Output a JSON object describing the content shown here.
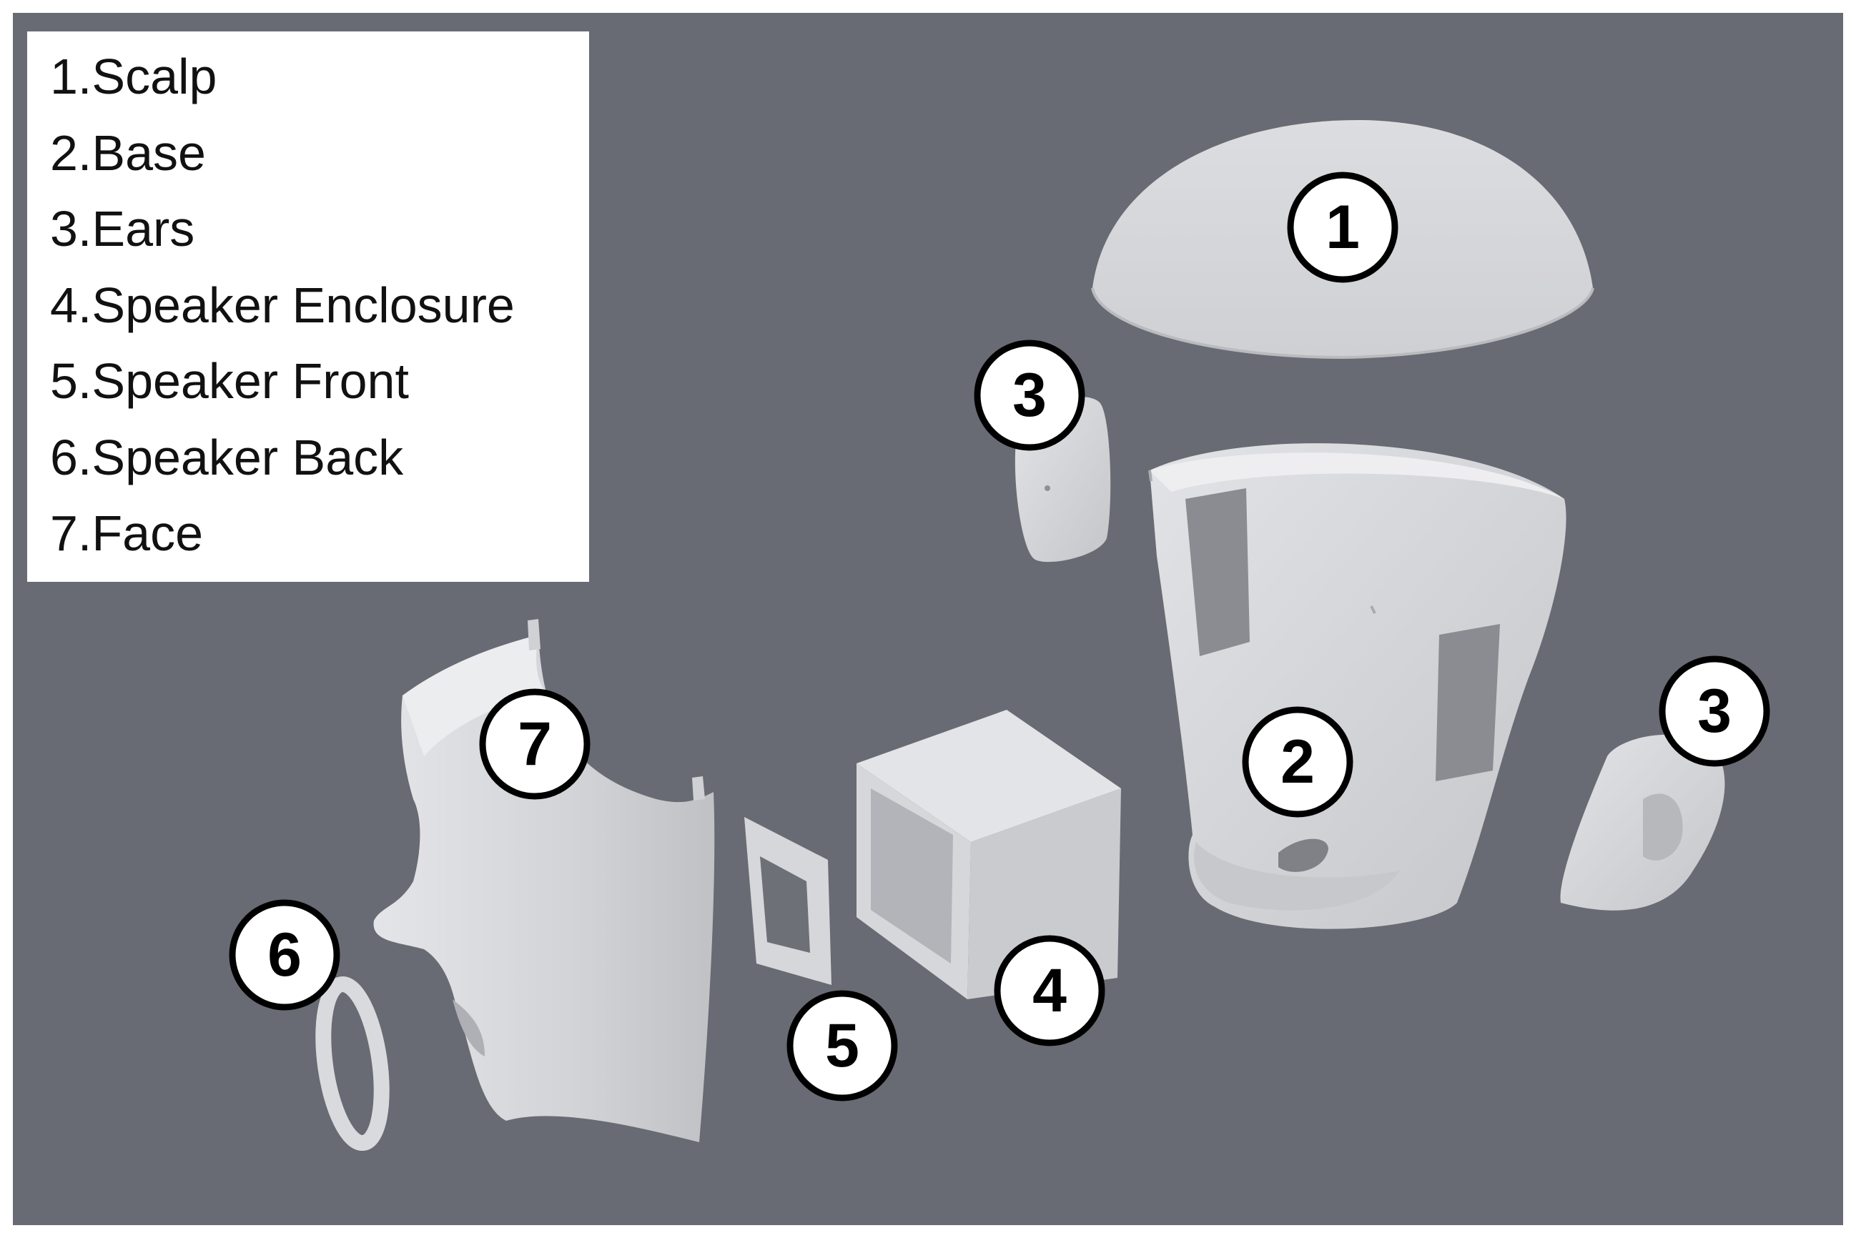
{
  "legend": {
    "items": [
      "1.Scalp",
      "2.Base",
      "3.Ears",
      "4.Speaker Enclosure",
      "5.Speaker Front",
      "6.Speaker Back",
      "7.Face"
    ]
  },
  "callouts": {
    "scalp": "1",
    "base": "2",
    "ear_left": "3",
    "ear_right": "3",
    "speaker_enclosure": "4",
    "speaker_front": "5",
    "speaker_back": "6",
    "face": "7"
  },
  "colors": {
    "background": "#686b73",
    "part": "#d6d7db",
    "legend_bg": "#ffffff",
    "callout_fill": "#ffffff",
    "callout_stroke": "#000000"
  }
}
